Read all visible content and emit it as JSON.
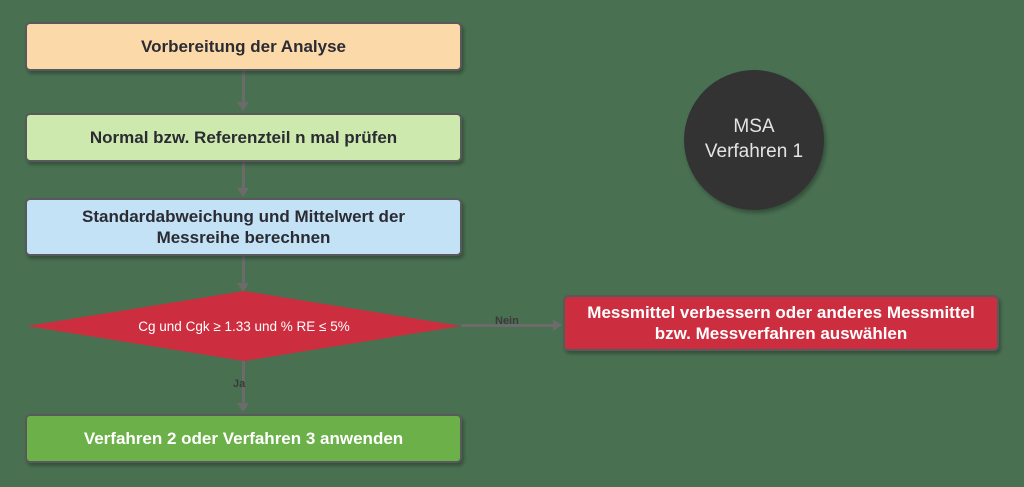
{
  "diagram": {
    "title_node": {
      "line1": "MSA",
      "line2": "Verfahren 1"
    },
    "background_color": "#4a7052",
    "nodes": [
      {
        "id": "prepare",
        "label": "Vorbereitung der Analyse",
        "shape": "rectangle",
        "fill": "#fbd9a9",
        "text_color": "#2b2b33"
      },
      {
        "id": "check",
        "label": "Normal bzw. Referenzteil n mal prüfen",
        "shape": "rectangle",
        "fill": "#cde9ae",
        "text_color": "#2b2b33"
      },
      {
        "id": "calc",
        "label": "Standardabweichung und Mittelwert der Messreihe berechnen",
        "shape": "rectangle",
        "fill": "#c3e2f6",
        "text_color": "#2b2b33"
      },
      {
        "id": "decision",
        "label": "Cg und Cgk ≥ 1.33 und % RE ≤ 5%",
        "shape": "diamond",
        "fill": "#cd2e3f",
        "text_color": "#ffffff"
      },
      {
        "id": "improve",
        "label": "Messmittel verbessern oder anderes Messmittel bzw. Messverfahren auswählen",
        "shape": "rectangle",
        "fill": "#cd2e3f",
        "text_color": "#ffffff"
      },
      {
        "id": "apply",
        "label": "Verfahren 2 oder Verfahren 3 anwenden",
        "shape": "rectangle",
        "fill": "#6cb04a",
        "text_color": "#ffffff"
      }
    ],
    "edges": [
      {
        "from": "prepare",
        "to": "check",
        "label": ""
      },
      {
        "from": "check",
        "to": "calc",
        "label": ""
      },
      {
        "from": "calc",
        "to": "decision",
        "label": ""
      },
      {
        "from": "decision",
        "to": "improve",
        "label": "Nein"
      },
      {
        "from": "decision",
        "to": "apply",
        "label": "Ja"
      }
    ]
  }
}
